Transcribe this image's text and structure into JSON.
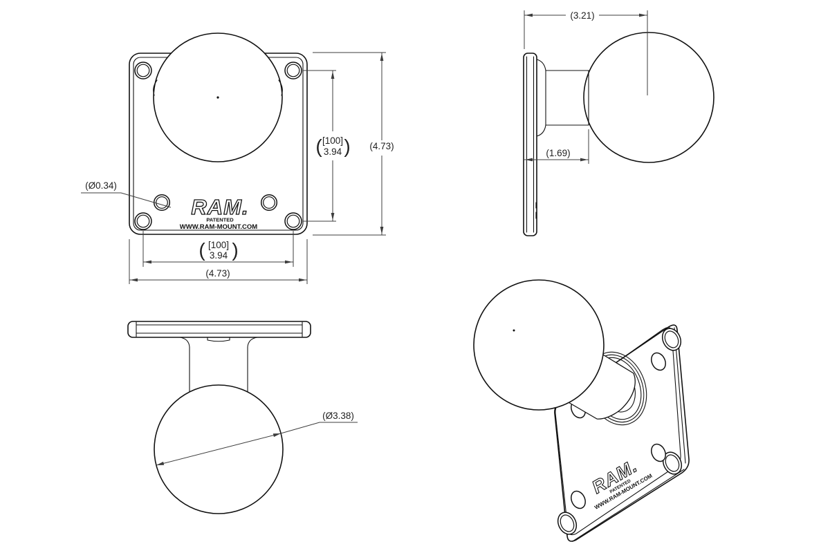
{
  "drawing": {
    "background": "#ffffff",
    "line_color": "#111111",
    "dimension_color": "#3c3c3c",
    "views": {
      "front": {
        "vesa_metric": "[100]",
        "vesa_inch": "3.94",
        "overall_height": "(4.73)",
        "overall_width": "(4.73)",
        "hole_diameter": "(Ø0.34)",
        "paren_open": "(",
        "paren_close": ")",
        "brand": "RAM.",
        "patented": "PATENTED",
        "website": "WWW.RAM-MOUNT.COM"
      },
      "side": {
        "overall_depth": "(3.21)",
        "base_to_ball": "(1.69)"
      },
      "bottom": {
        "ball_diameter": "(Ø3.38)"
      },
      "isometric": {
        "brand": "RAM.",
        "patented": "PATENTED",
        "website": "WWW.RAM-MOUNT.COM"
      }
    }
  }
}
